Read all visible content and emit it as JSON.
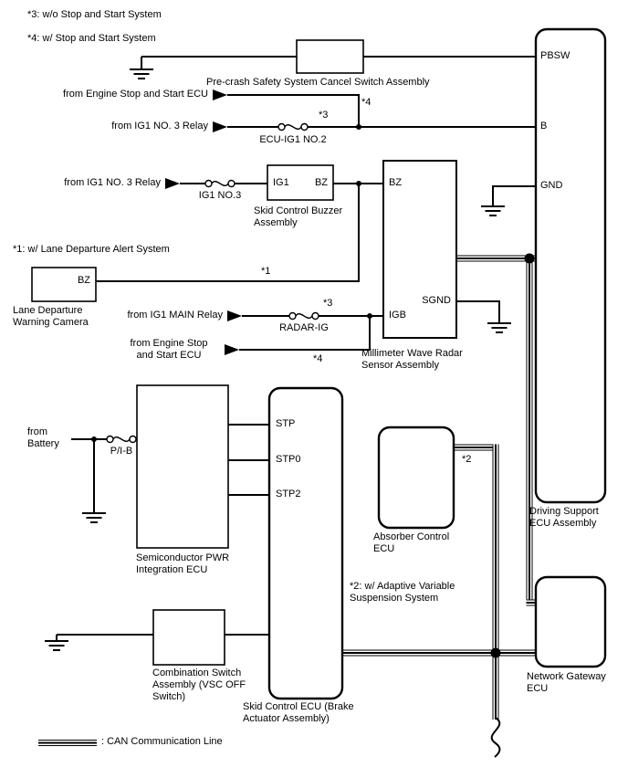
{
  "notes": {
    "n3": "*3: w/o Stop and Start System",
    "n4": "*4: w/ Stop and Start System",
    "n1": "*1: w/ Lane Departure Alert System",
    "n2_line1": "*2: w/ Adaptive Variable",
    "n2_line2": "Suspension System"
  },
  "markers": {
    "m1": "*1",
    "m2": "*2",
    "m3": "*3",
    "m4": "*4"
  },
  "sources": {
    "engine_stop_start_ecu": "from Engine Stop and Start ECU",
    "ig1_no3_relay": "from IG1 NO. 3 Relay",
    "ig1_main_relay": "from IG1 MAIN Relay",
    "engine_stop_line1": "from Engine Stop",
    "engine_stop_line2": "and Start ECU",
    "battery_line1": "from",
    "battery_line2": "Battery"
  },
  "fuses": {
    "ecu_ig1_no2": "ECU-IG1 NO.2",
    "ig1_no3": "IG1 NO.3",
    "radar_ig": "RADAR-IG",
    "p_i_b": "P/I-B"
  },
  "components": {
    "precrash_switch": {
      "label": "Pre-crash Safety System Cancel Switch Assembly"
    },
    "driving_support_ecu": {
      "label_line1": "Driving Support",
      "label_line2": "ECU Assembly",
      "pin_pbsw": "PBSW",
      "pin_b": "B",
      "pin_gnd": "GND"
    },
    "skid_buzzer": {
      "label_line1": "Skid Control Buzzer",
      "label_line2": "Assembly",
      "pin_ig1": "IG1",
      "pin_bz": "BZ"
    },
    "lane_camera": {
      "label_line1": "Lane Departure",
      "label_line2": "Warning Camera",
      "pin_bz": "BZ"
    },
    "radar_sensor": {
      "label_line1": "Millimeter Wave Radar",
      "label_line2": "Sensor Assembly",
      "pin_bz": "BZ",
      "pin_sgnd": "SGND",
      "pin_igb": "IGB"
    },
    "semiconductor_ecu": {
      "label_line1": "Semiconductor PWR",
      "label_line2": "Integration ECU"
    },
    "skid_control_ecu": {
      "label_line1": "Skid Control ECU (Brake",
      "label_line2": "Actuator Assembly)",
      "pin_stp": "STP",
      "pin_stp0": "STP0",
      "pin_stp2": "STP2"
    },
    "absorber_ecu": {
      "label_line1": "Absorber Control",
      "label_line2": "ECU"
    },
    "network_gateway_ecu": {
      "label_line1": "Network Gateway",
      "label_line2": "ECU"
    },
    "combination_switch": {
      "label_line1": "Combination Switch",
      "label_line2": "Assembly (VSC OFF",
      "label_line3": "Switch)"
    }
  },
  "legend": {
    "can_line": ": CAN Communication Line"
  }
}
